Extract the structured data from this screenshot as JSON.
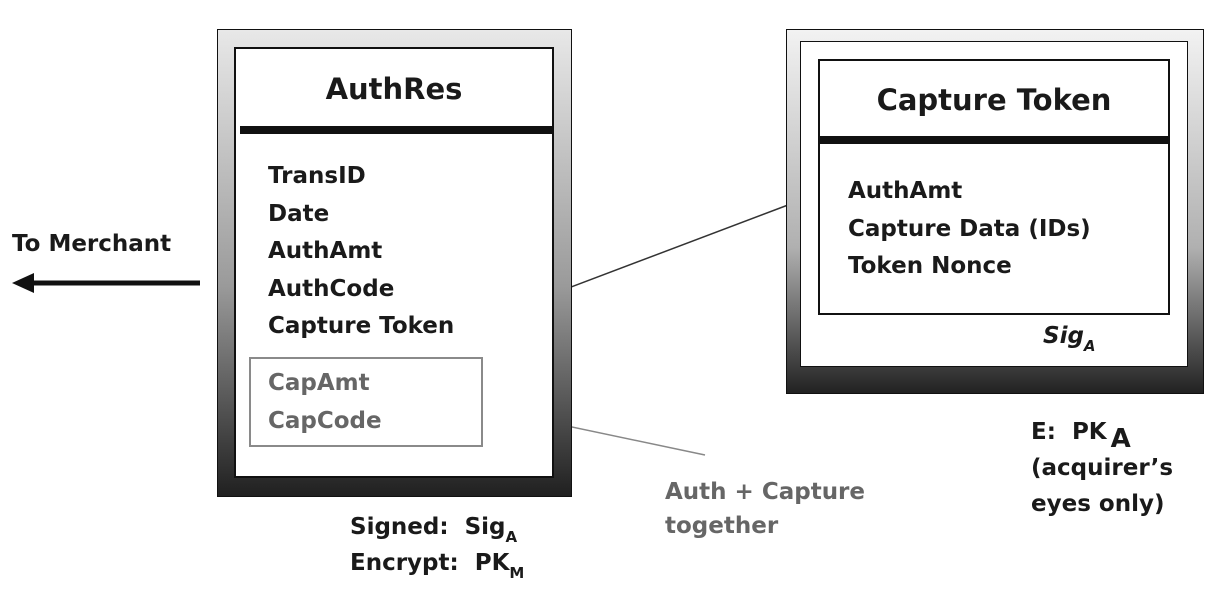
{
  "authres": {
    "title": "AuthRes",
    "fields": [
      "TransID",
      "Date",
      "AuthAmt",
      "AuthCode",
      "Capture Token"
    ],
    "capture_fields": [
      "CapAmt",
      "CapCode"
    ],
    "signed_label": "Signed:",
    "signed_value": "Sig",
    "signed_sub": "A",
    "encrypt_label": "Encrypt:",
    "encrypt_value": "PK",
    "encrypt_sub": "M"
  },
  "capture_token": {
    "title": "Capture Token",
    "fields": [
      "AuthAmt",
      "Capture Data (IDs)",
      "Token Nonce"
    ],
    "sig": "Sig",
    "sig_sub": "A",
    "encrypt_label": "E:",
    "encrypt_value": "PK",
    "encrypt_sub": "A",
    "note_line1": "(acquirer’s",
    "note_line2": "eyes only)"
  },
  "to_merchant": "To Merchant",
  "auth_capture_note": {
    "line1": "Auth + Capture",
    "line2": "together"
  }
}
